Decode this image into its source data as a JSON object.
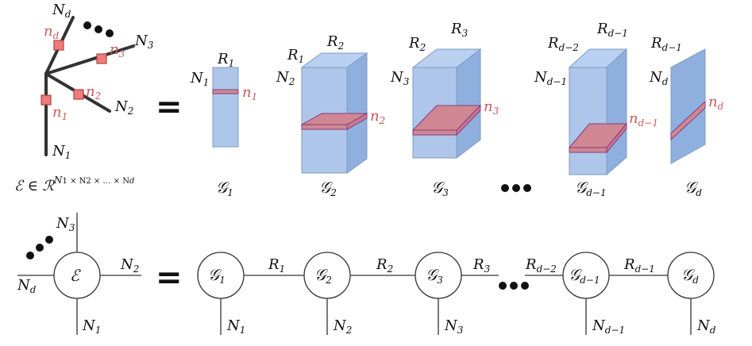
{
  "colors": {
    "block_fill": "#adc6ea",
    "block_side": "#8fb0de",
    "block_top": "#b9d0f0",
    "block_edge": "#7f9ac3",
    "slice": "#cf8893",
    "slice_edge": "#8a3a7a",
    "marker": "#f07a7a",
    "accent_red": "#c85a5a",
    "line": "#333333"
  },
  "top": {
    "tree": {
      "branches": [
        {
          "label": "N",
          "sub": "d",
          "mode": "n",
          "mode_sub": "d"
        },
        {
          "label": "N",
          "sub": "3",
          "mode": "n",
          "mode_sub": "3"
        },
        {
          "label": "N",
          "sub": "2",
          "mode": "n",
          "mode_sub": "2"
        },
        {
          "label": "N",
          "sub": "1",
          "mode": "n",
          "mode_sub": "1"
        }
      ]
    },
    "tensor_space": {
      "lhs": "ℰ ∈ ℛ",
      "exponent": "N",
      "exponent_tail": "1 × N",
      "exponent_tail2": "2 × … × N",
      "exponent_last": "d"
    },
    "equals": "=",
    "cores": [
      {
        "name": "𝒢",
        "sub": "1",
        "r_left": "",
        "r_left_sub": "",
        "r_right": "R",
        "r_right_sub": "1",
        "n": "N",
        "n_sub": "1",
        "mode": "n",
        "mode_sub": "1"
      },
      {
        "name": "𝒢",
        "sub": "2",
        "r_left": "R",
        "r_left_sub": "1",
        "r_right": "R",
        "r_right_sub": "2",
        "n": "N",
        "n_sub": "2",
        "mode": "n",
        "mode_sub": "2"
      },
      {
        "name": "𝒢",
        "sub": "3",
        "r_left": "R",
        "r_left_sub": "2",
        "r_right": "R",
        "r_right_sub": "3",
        "n": "N",
        "n_sub": "3",
        "mode": "n",
        "mode_sub": "3"
      },
      {
        "name": "𝒢",
        "sub": "d−1",
        "r_left": "R",
        "r_left_sub": "d−2",
        "r_right": "R",
        "r_right_sub": "d−1",
        "n": "N",
        "n_sub": "d−1",
        "mode": "n",
        "mode_sub": "d−1"
      },
      {
        "name": "𝒢",
        "sub": "d",
        "r_left": "R",
        "r_left_sub": "d−1",
        "r_right": "",
        "r_right_sub": "",
        "n": "N",
        "n_sub": "d",
        "mode": "n",
        "mode_sub": "d"
      }
    ]
  },
  "bottom": {
    "tensor": {
      "name": "ℰ",
      "legs": [
        {
          "label": "N",
          "sub": "3"
        },
        {
          "label": "N",
          "sub": "2"
        },
        {
          "label": "N",
          "sub": "d"
        },
        {
          "label": "N",
          "sub": "1"
        }
      ]
    },
    "equals": "=",
    "nodes": [
      {
        "name": "𝒢",
        "sub": "1",
        "leg": "N",
        "leg_sub": "1"
      },
      {
        "name": "𝒢",
        "sub": "2",
        "leg": "N",
        "leg_sub": "2"
      },
      {
        "name": "𝒢",
        "sub": "3",
        "leg": "N",
        "leg_sub": "3"
      },
      {
        "name": "𝒢",
        "sub": "d−1",
        "leg": "N",
        "leg_sub": "d−1"
      },
      {
        "name": "𝒢",
        "sub": "d",
        "leg": "N",
        "leg_sub": "d"
      }
    ],
    "bonds": [
      {
        "label": "R",
        "sub": "1"
      },
      {
        "label": "R",
        "sub": "2"
      },
      {
        "label": "R",
        "sub": "3"
      },
      {
        "label": "R",
        "sub": "d−2"
      },
      {
        "label": "R",
        "sub": "d−1"
      }
    ]
  }
}
